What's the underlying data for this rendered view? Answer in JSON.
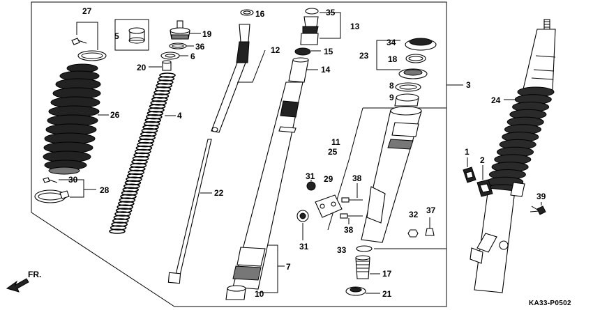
{
  "diagram": {
    "code": "KA33-P0502",
    "direction_label": "FR.",
    "callouts": {
      "c1": "1",
      "c2": "2",
      "c3": "3",
      "c4": "4",
      "c5": "5",
      "c6": "6",
      "c7": "7",
      "c8": "8",
      "c9": "9",
      "c10": "10",
      "c11": "11",
      "c12": "12",
      "c13": "13",
      "c14": "14",
      "c15": "15",
      "c16": "16",
      "c17": "17",
      "c18": "18",
      "c19": "19",
      "c20": "20",
      "c21": "21",
      "c22": "22",
      "c23": "23",
      "c24": "24",
      "c25": "25",
      "c26": "26",
      "c27": "27",
      "c28": "28",
      "c29": "29",
      "c30": "30",
      "c31a": "31",
      "c31b": "31",
      "c32": "32",
      "c33": "33",
      "c34": "34",
      "c35": "35",
      "c36": "36",
      "c37": "37",
      "c38a": "38",
      "c38b": "38",
      "c39": "39"
    }
  }
}
